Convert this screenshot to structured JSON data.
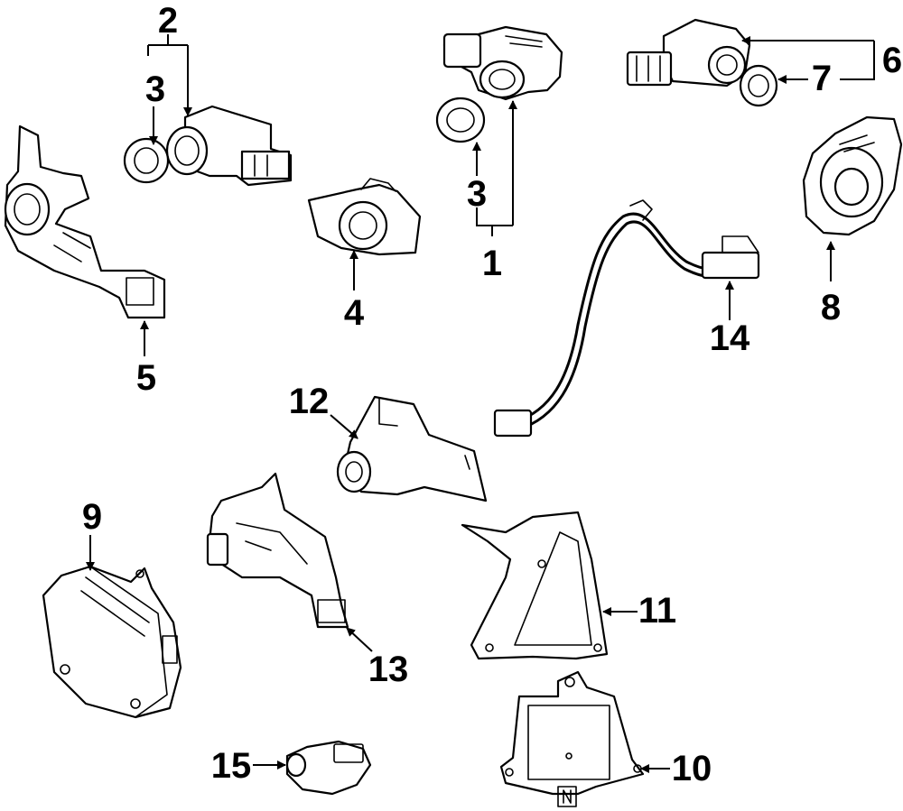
{
  "diagram": {
    "callouts": [
      "1",
      "2",
      "3",
      "3",
      "4",
      "5",
      "6",
      "7",
      "8",
      "9",
      "10",
      "11",
      "12",
      "13",
      "14",
      "15"
    ]
  },
  "colors": {
    "line": "#000000",
    "background": "#ffffff"
  }
}
